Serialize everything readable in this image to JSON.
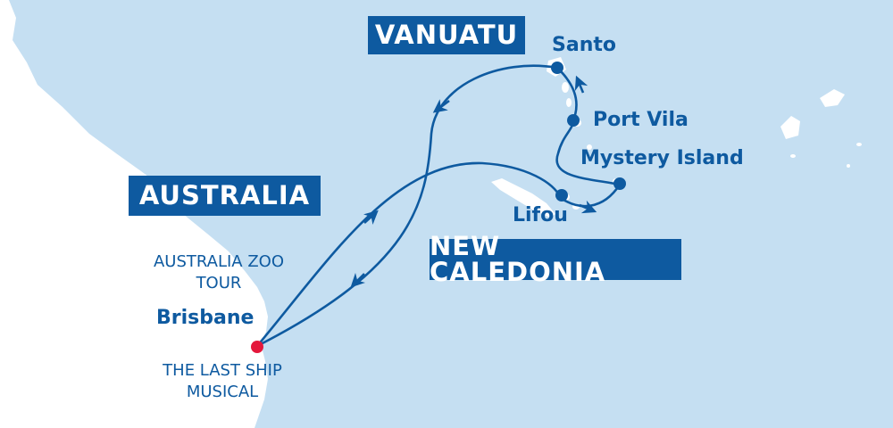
{
  "regions": {
    "vanuatu": "VANUATU",
    "australia": "AUSTRALIA",
    "new_caledonia": "NEW CALEDONIA"
  },
  "ports": {
    "santo": "Santo",
    "port_vila": "Port Vila",
    "mystery_island": "Mystery Island",
    "lifou": "Lifou",
    "brisbane": "Brisbane"
  },
  "notes": {
    "zoo_line1": "AUSTRALIA ZOO",
    "zoo_line2": "TOUR",
    "musical_line1": "THE LAST SHIP",
    "musical_line2": "MUSICAL"
  },
  "colors": {
    "ocean": "#c5dff2",
    "land": "#ffffff",
    "route": "#0e5aa0",
    "label_bg": "#0e5aa0",
    "home_port": "#e4173b"
  }
}
